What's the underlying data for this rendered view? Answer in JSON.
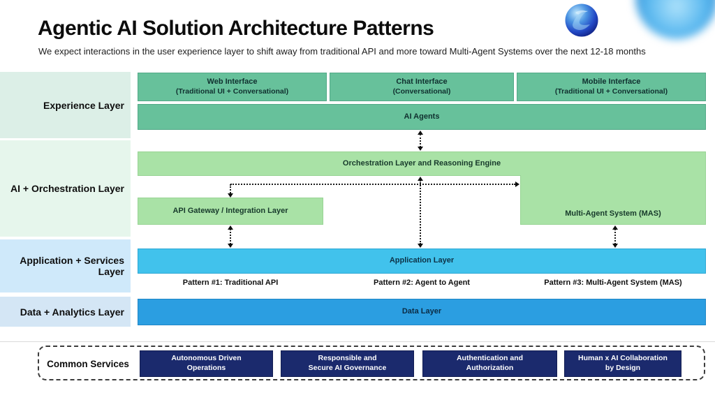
{
  "header": {
    "title": "Agentic AI Solution Architecture Patterns",
    "subtitle": "We expect interactions in the user experience layer to shift away from traditional API and more toward Multi-Agent Systems over the next 12-18 months"
  },
  "layer_labels": {
    "experience": "Experience Layer",
    "ai_orchestration": "AI + Orchestration Layer",
    "application_services": "Application + Services Layer",
    "data_analytics": "Data + Analytics Layer"
  },
  "experience_row": [
    {
      "title": "Web Interface",
      "subtitle": "(Traditional UI + Conversational)"
    },
    {
      "title": "Chat Interface",
      "subtitle": "(Conversational)"
    },
    {
      "title": "Mobile Interface",
      "subtitle": "(Traditional UI + Conversational)"
    }
  ],
  "blocks": {
    "ai_agents": "AI Agents",
    "orchestration": "Orchestration Layer and Reasoning Engine",
    "api_gateway": "API Gateway / Integration Layer",
    "multi_agent_system": "Multi-Agent System (MAS)",
    "application_layer": "Application Layer",
    "data_layer": "Data Layer"
  },
  "patterns": [
    "Pattern #1: Traditional API",
    "Pattern #2: Agent to Agent",
    "Pattern #3: Multi-Agent System (MAS)"
  ],
  "common_services": {
    "label": "Common Services",
    "items": [
      {
        "line1": "Autonomous Driven",
        "line2": "Operations"
      },
      {
        "line1": "Responsible and",
        "line2": "Secure AI Governance"
      },
      {
        "line1": "Authentication and",
        "line2": "Authorization"
      },
      {
        "line1": "Human x AI Collaboration",
        "line2": "by Design"
      }
    ]
  },
  "icons": {
    "logo": "swirl-sphere-logo",
    "decoration": "blurred-blue-orb"
  },
  "colors": {
    "teal": "#67c19b",
    "light_green": "#a9e2a6",
    "application_blue": "#41c2ec",
    "data_blue": "#2b9ee1",
    "navy": "#1b2a6d",
    "label_mint": "#dcefe7",
    "label_green": "#e6f6ec",
    "label_blue": "#cfe9fa",
    "label_steel": "#d4e6f5"
  }
}
